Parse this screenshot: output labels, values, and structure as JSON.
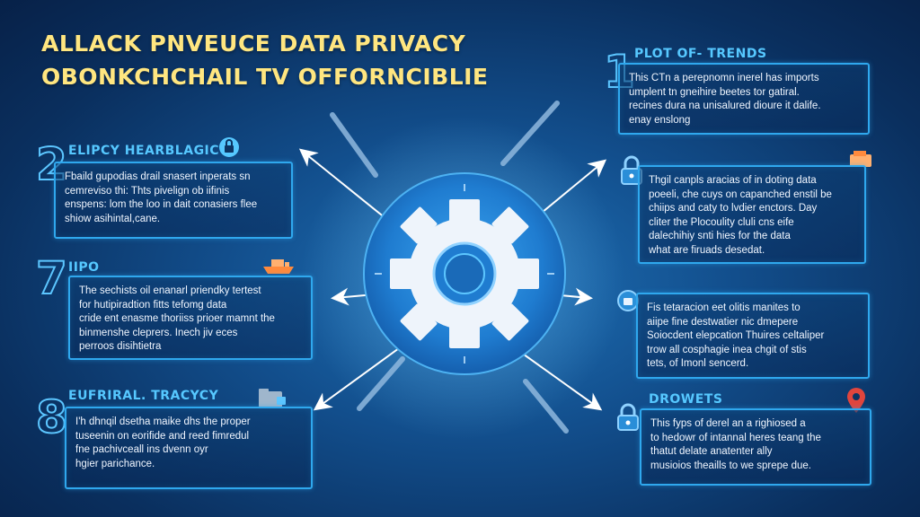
{
  "title": {
    "line1": "ALLACK PNVEUCE DATA PRIVACY",
    "line2": "OBONKCHCHAIL TV OFFORNCIBLIE"
  },
  "left_sections": [
    {
      "number": "2",
      "title": "ELIPCY HEARBLAGIC",
      "icon": "lock-icon",
      "lines": [
        "Fbaild gupodias drail snasert inperats sn",
        "cemreviso thi: Thts pivelign ob iifinis",
        "enspens: lom the loo in dait conasiers flee",
        "shiow asihintal,cane."
      ]
    },
    {
      "number": "7",
      "title": "IIPO",
      "icon": "ship-icon",
      "lines": [
        "The sechists oil enanarl priendky tertest",
        "for hutipiradtion  fitts tefomg data",
        "cride ent enasme thoriiss prioer mamnt the",
        "binmenshe cleprers. Inech jiv eces",
        "perroos disihtietra"
      ]
    },
    {
      "number": "8",
      "title": "EUFRIRAL. TRACYCY",
      "icon": "folder-lock-icon",
      "lines": [
        "I'h dhnqil dsetha maike dhs the proper",
        "tuseenin on eorifide and reed fimredul",
        "fne pachivceall ins dvenn oyr",
        "hgier parichance."
      ]
    }
  ],
  "right_sections": [
    {
      "number": "1",
      "title": "PLOT OF- TRENDS",
      "icon": "",
      "lines": [
        "This CTn a perepnomn inerel has imports",
        "umplent tn gneihire beetes tor gatiral.",
        "recines dura na unisalured dioure it dalife.",
        "enay enslong"
      ]
    },
    {
      "number": "",
      "title": "",
      "icon": "padlock-icon",
      "lines": [
        "Thgil canpls aracias of in doting data",
        "poeeli, che cuys on capanched enstil be",
        "chiips and caty to lvdier enctors. Day",
        "cliter the Plocoulity cluli cns eife",
        "dalechihiy snti hies for the data",
        "what are firuads desedat."
      ]
    },
    {
      "number": "",
      "title": "",
      "icon": "badge-icon",
      "lines": [
        "Fis tetaracion eet olitis manites to",
        "aiipe fine destwatier nic dmepere",
        "Soiocdent elepcation Thuires celtaliper",
        "trow all cosphagie inea chgit of stis",
        "tets, of Imonl sencerd."
      ]
    },
    {
      "number": "",
      "title": "DROWETS",
      "icon": "lock-icon",
      "lines": [
        "This fyps of derel an a righiosed a",
        "to hedowr of intannal heres teang the",
        "thatut delate anatenter ally",
        "musioios theaills to we sprepe due."
      ]
    }
  ],
  "colors": {
    "title": "#ffe680",
    "accent": "#56c8ff",
    "panel_border": "#2fa8ee",
    "gear": "#eef4fb"
  }
}
